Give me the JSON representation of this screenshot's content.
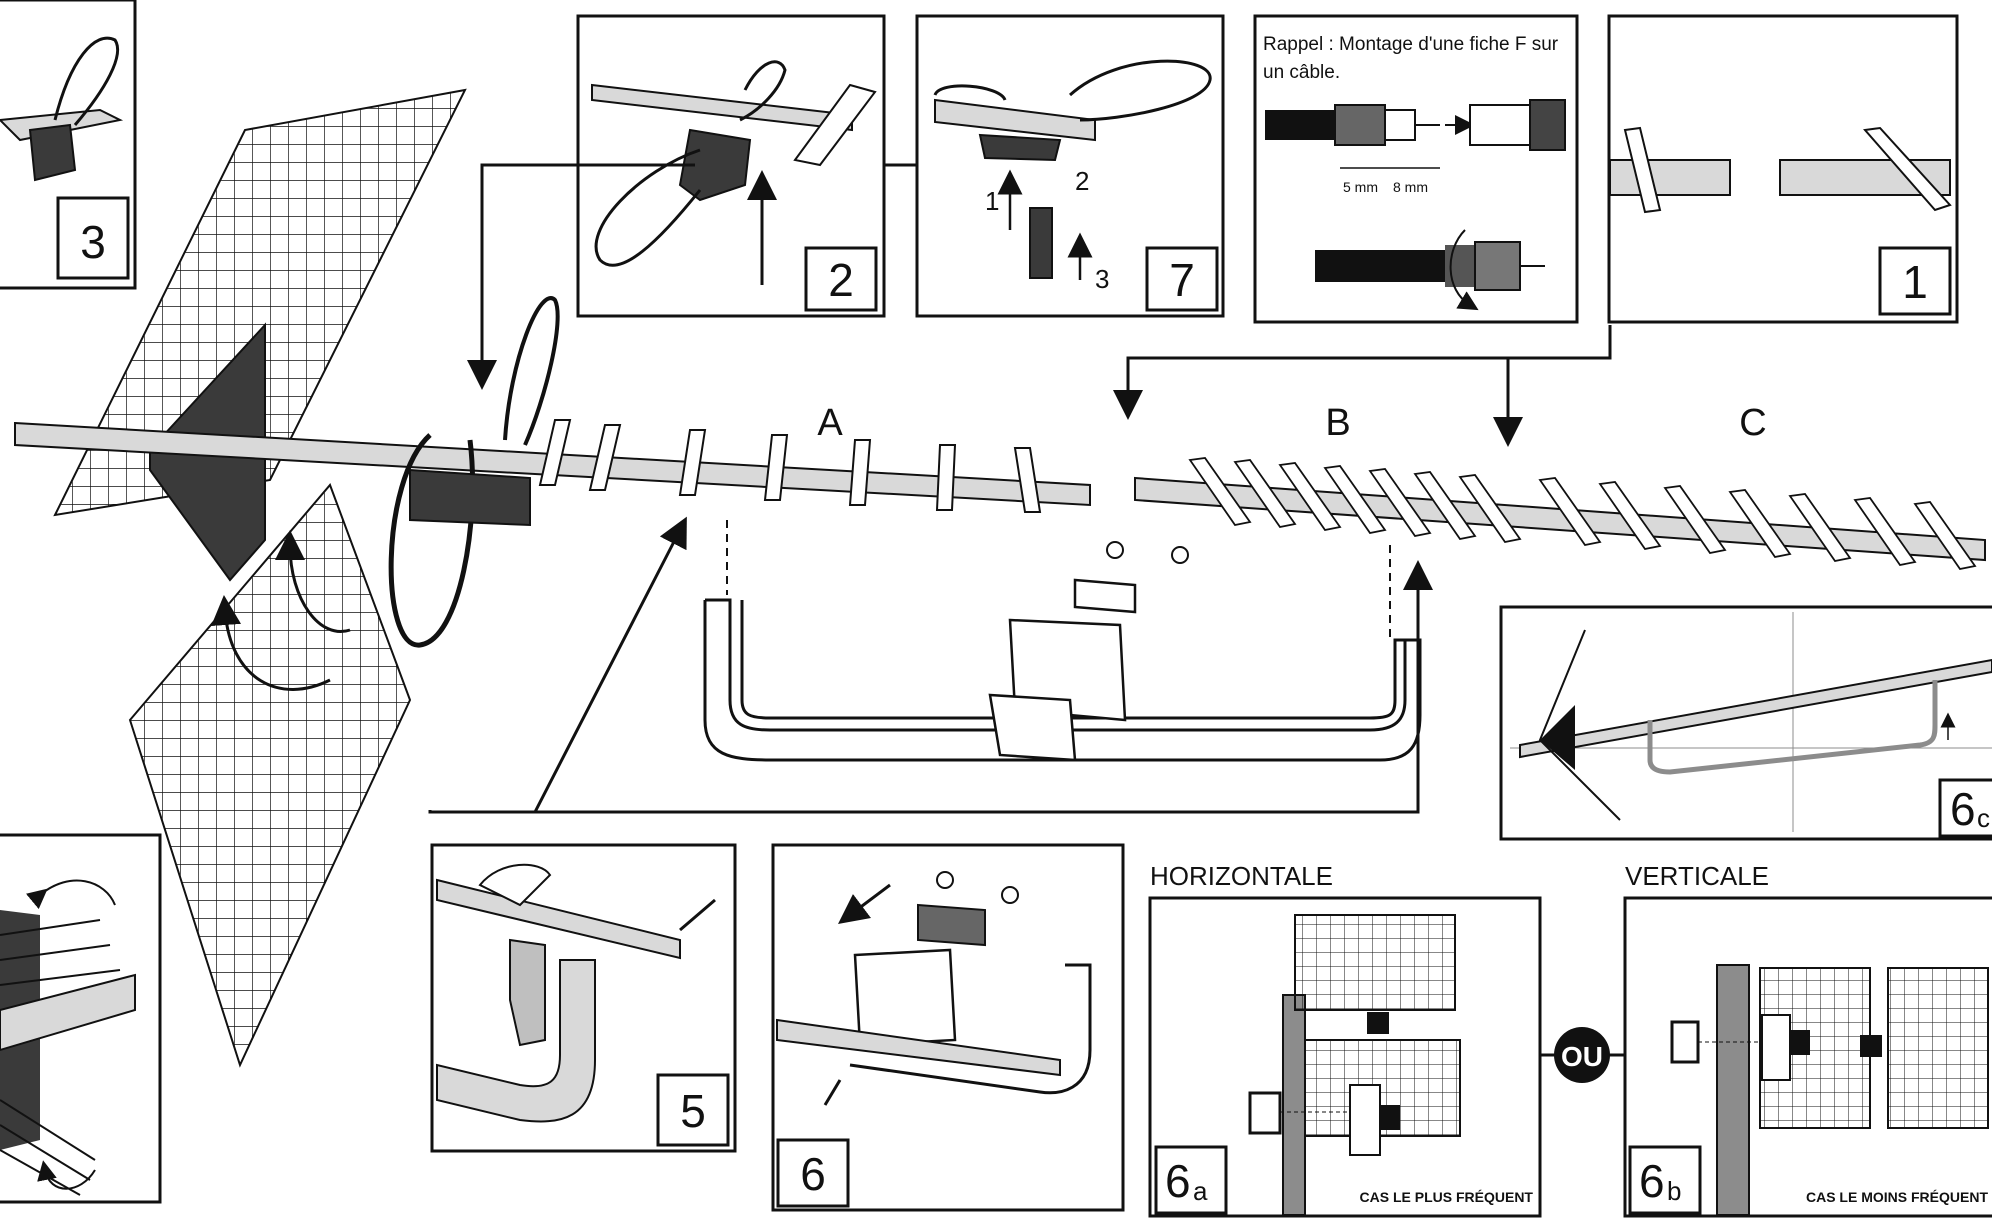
{
  "panels": {
    "p1": {
      "number": "1"
    },
    "p2": {
      "number": "2"
    },
    "p3": {
      "number": "3"
    },
    "p5": {
      "number": "5"
    },
    "p6": {
      "number": "6"
    },
    "p7": {
      "number": "7",
      "step1": "1",
      "step2": "2",
      "step3": "3"
    },
    "p6a": {
      "number": "6",
      "suffix": "a",
      "heading": "HORIZONTALE",
      "caption": "CAS LE PLUS FRÉQUENT"
    },
    "p6b": {
      "number": "6",
      "suffix": "b",
      "heading": "VERTICALE",
      "caption": "CAS LE MOINS FRÉQUENT"
    },
    "p6c": {
      "number": "6",
      "suffix": "c"
    }
  },
  "rappel": {
    "text_line1": "Rappel : Montage d'une fiche F sur",
    "text_line2": "un câble.",
    "dim1": "5 mm",
    "dim2": "8 mm"
  },
  "sections": {
    "a": "A",
    "b": "B",
    "c": "C"
  },
  "ou_label": "OU",
  "colors": {
    "ink": "#111111",
    "grey": "#8c8c8c",
    "light": "#d9d9d9",
    "dark": "#3a3a3a"
  }
}
